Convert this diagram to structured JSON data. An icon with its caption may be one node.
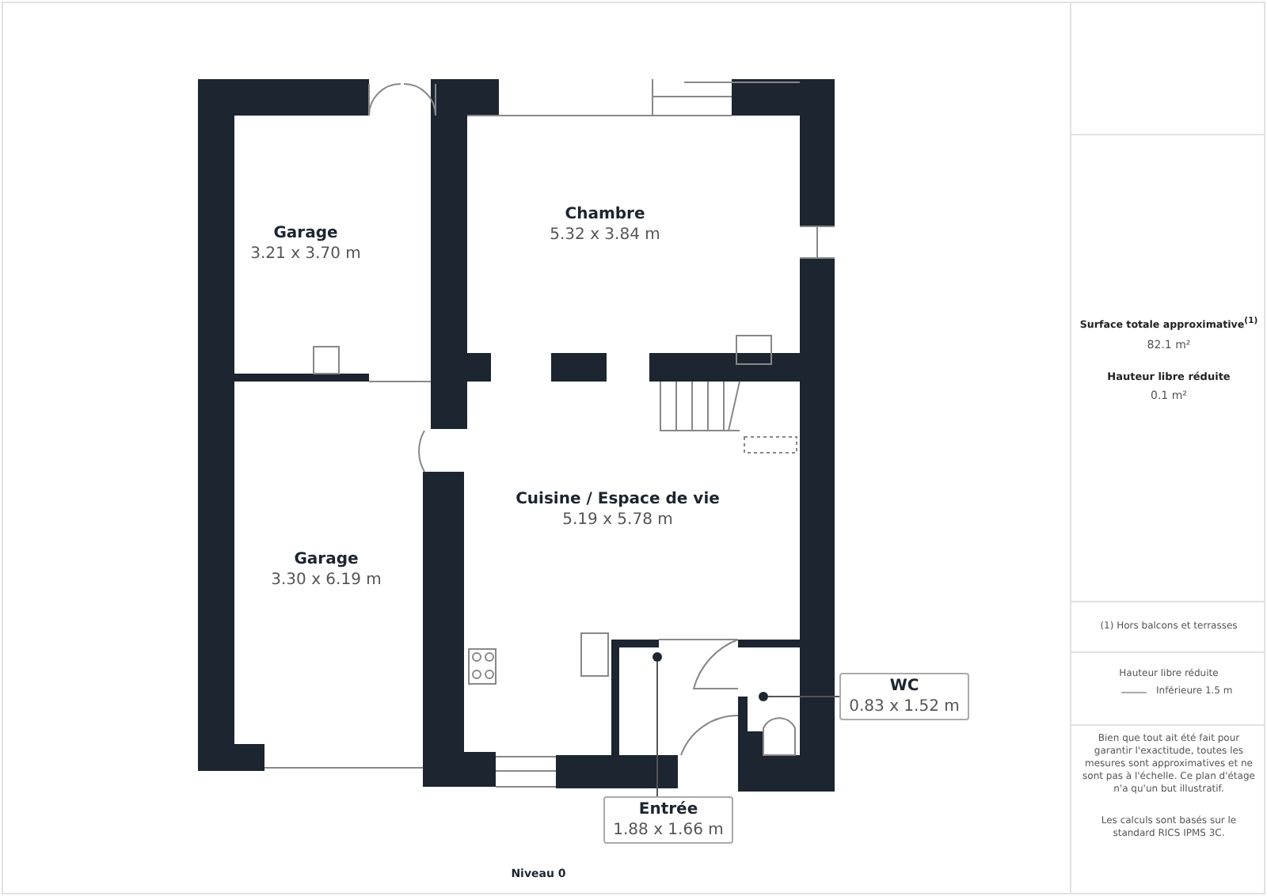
{
  "diagram": {
    "nodes": [
      {
        "text": [
          "Garage",
          "3.21 x 3.70 m"
        ]
      },
      {
        "text": [
          "Chambre",
          "5.32 x 3.84 m"
        ]
      },
      {
        "text": [
          "Garage",
          "3.30 x 6.19 m"
        ]
      },
      {
        "text": [
          "Cuisine / Espace de vie",
          "5.19 x 5.78 m"
        ]
      },
      {
        "text": [
          "WC",
          "0.83 x 1.52 m"
        ]
      },
      {
        "text": [],
        "shape": "circle"
      },
      {
        "text": [
          "Entrée",
          "1.88 x 1.66 m"
        ]
      },
      {
        "text": [],
        "shape": "circle"
      }
    ],
    "edges": [
      {
        "from": 4,
        "to": 5,
        "arrow": "none"
      },
      {
        "from": 6,
        "to": 7,
        "arrow": "none"
      }
    ],
    "labels": [
      "Niveau 0",
      "Surface totale approximative$^{(1)}$",
      "82.1 m²",
      "Hauteur libre réduite",
      "0.1 m²",
      "(1) Hors balcons et terrasses",
      "Hauteur libre réduite",
      "Bien que tout ait été fait pour garantir l'exactitude, toutes les mesures sont approximatives et ne sont pas à l'échelle. Ce plan d'étage n'a qu'un but illustratif.",
      "Les calculs sont basés sur le standard RICS IPMS 3C."
    ],
    "legend": [
      {
        "text": "Inférieure 1.5 m"
      }
    ]
  }
}
